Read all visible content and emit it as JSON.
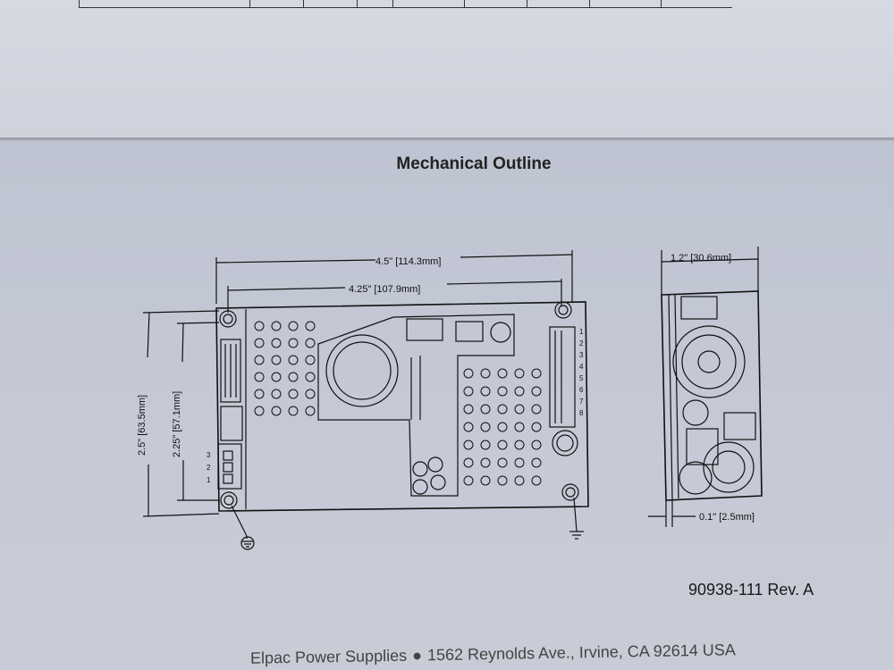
{
  "title": "Mechanical Outline",
  "dimensions": {
    "overall_length": "4.5\" [114.3mm]",
    "hole_spacing_length": "4.25\" [107.9mm]",
    "overall_width": "2.5\" [63.5mm]",
    "hole_spacing_width": "2.25\" [57.1mm]",
    "height": "1.2\" [30.6mm]",
    "clearance": "0.1\" [2.5mm]"
  },
  "connector_pins_left": [
    "3",
    "2",
    "1"
  ],
  "connector_pins_right": [
    "1",
    "2",
    "3",
    "4",
    "5",
    "6",
    "7",
    "8"
  ],
  "part_number": "90938-111 Rev. A",
  "footer": {
    "company": "Elpac Power Supplies",
    "bullet": "●",
    "address": "1562 Reynolds Ave., Irvine, CA 92614 USA"
  }
}
